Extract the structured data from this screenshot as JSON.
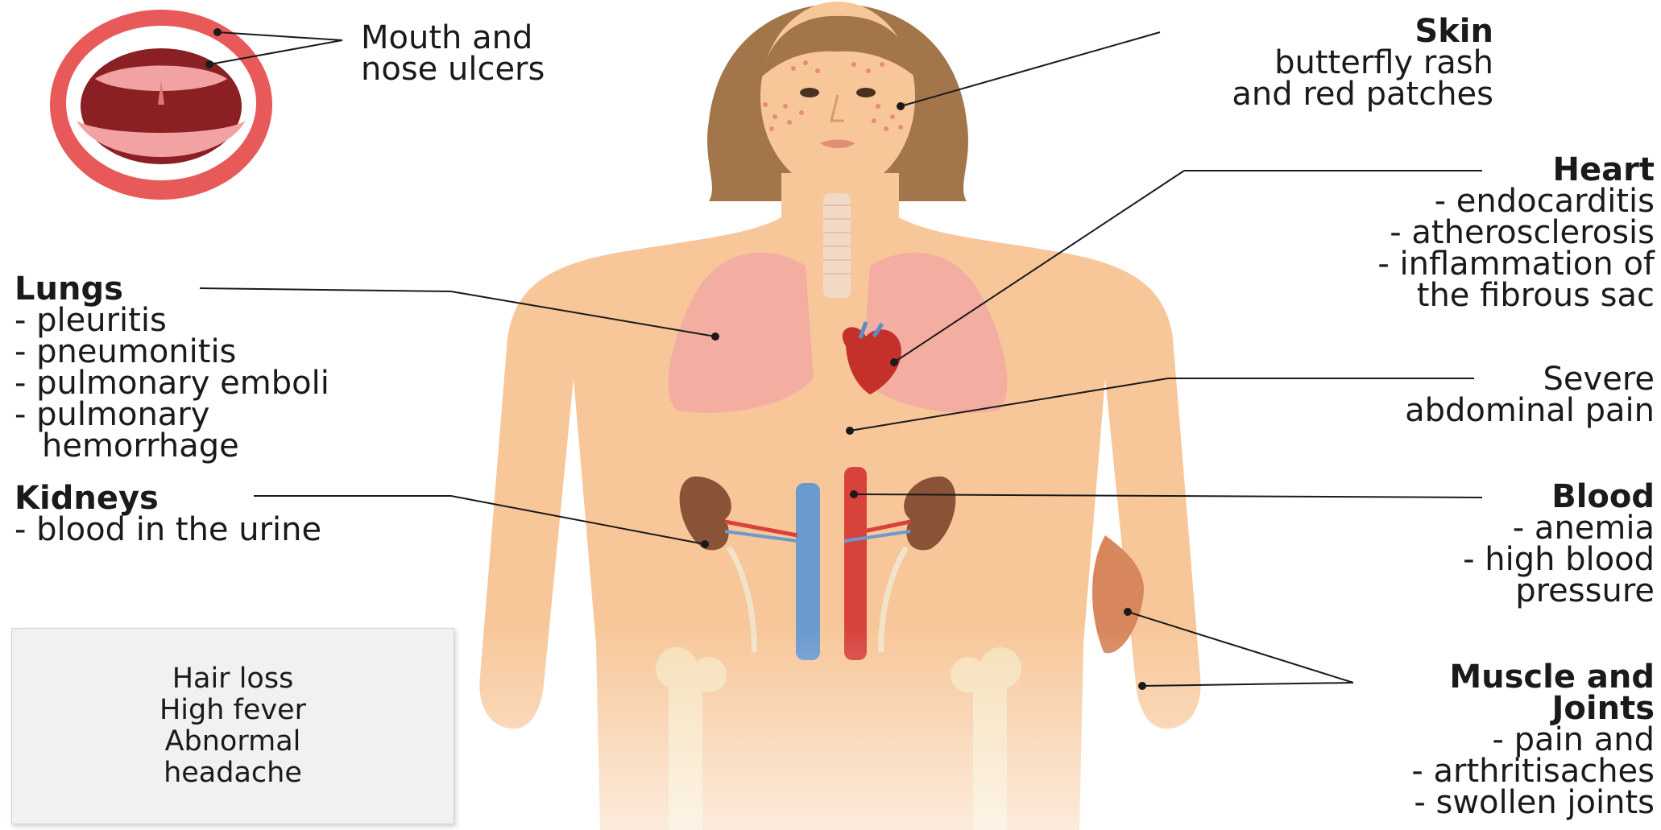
{
  "labels": {
    "mouth": {
      "lines": [
        "Mouth and",
        "nose ulcers"
      ]
    },
    "skin": {
      "title": "Skin",
      "lines": [
        "butterfly rash",
        "and red patches"
      ]
    },
    "heart": {
      "title": "Heart",
      "lines": [
        "- endocarditis",
        "- atherosclerosis",
        "- inflammation of",
        "the fibrous sac"
      ]
    },
    "lungs": {
      "title": "Lungs",
      "lines": [
        "- pleuritis",
        "- pneumonitis",
        "- pulmonary emboli",
        "- pulmonary",
        "hemorrhage"
      ]
    },
    "abdominal": {
      "lines": [
        "Severe",
        "abdominal pain"
      ]
    },
    "kidneys": {
      "title": "Kidneys",
      "lines": [
        "- blood in the urine"
      ]
    },
    "blood": {
      "title": "Blood",
      "lines": [
        "- anemia",
        "- high blood",
        "pressure"
      ]
    },
    "muscle": {
      "title_lines": [
        "Muscle and",
        "Joints"
      ],
      "lines": [
        "- pain and",
        "- arthritisaches",
        "- swollen joints"
      ]
    }
  },
  "other_symptoms": [
    "Hair loss",
    "High fever",
    "Abnormal",
    "headache"
  ],
  "colors": {
    "skin_tone": "#f7c79a",
    "skin_shadow": "#eeb684",
    "hair": "#a2764a",
    "lungs": "#f2a8a0",
    "heart": "#c4302a",
    "artery": "#d8423c",
    "vein": "#5a8fc8",
    "kidney": "#8a5236",
    "bone": "#f6dfb8",
    "leader_line": "#1a1a1a",
    "mouth_outer": "#e85a5a",
    "tongue": "#f2a2a2",
    "teeth": "#ffffff"
  }
}
